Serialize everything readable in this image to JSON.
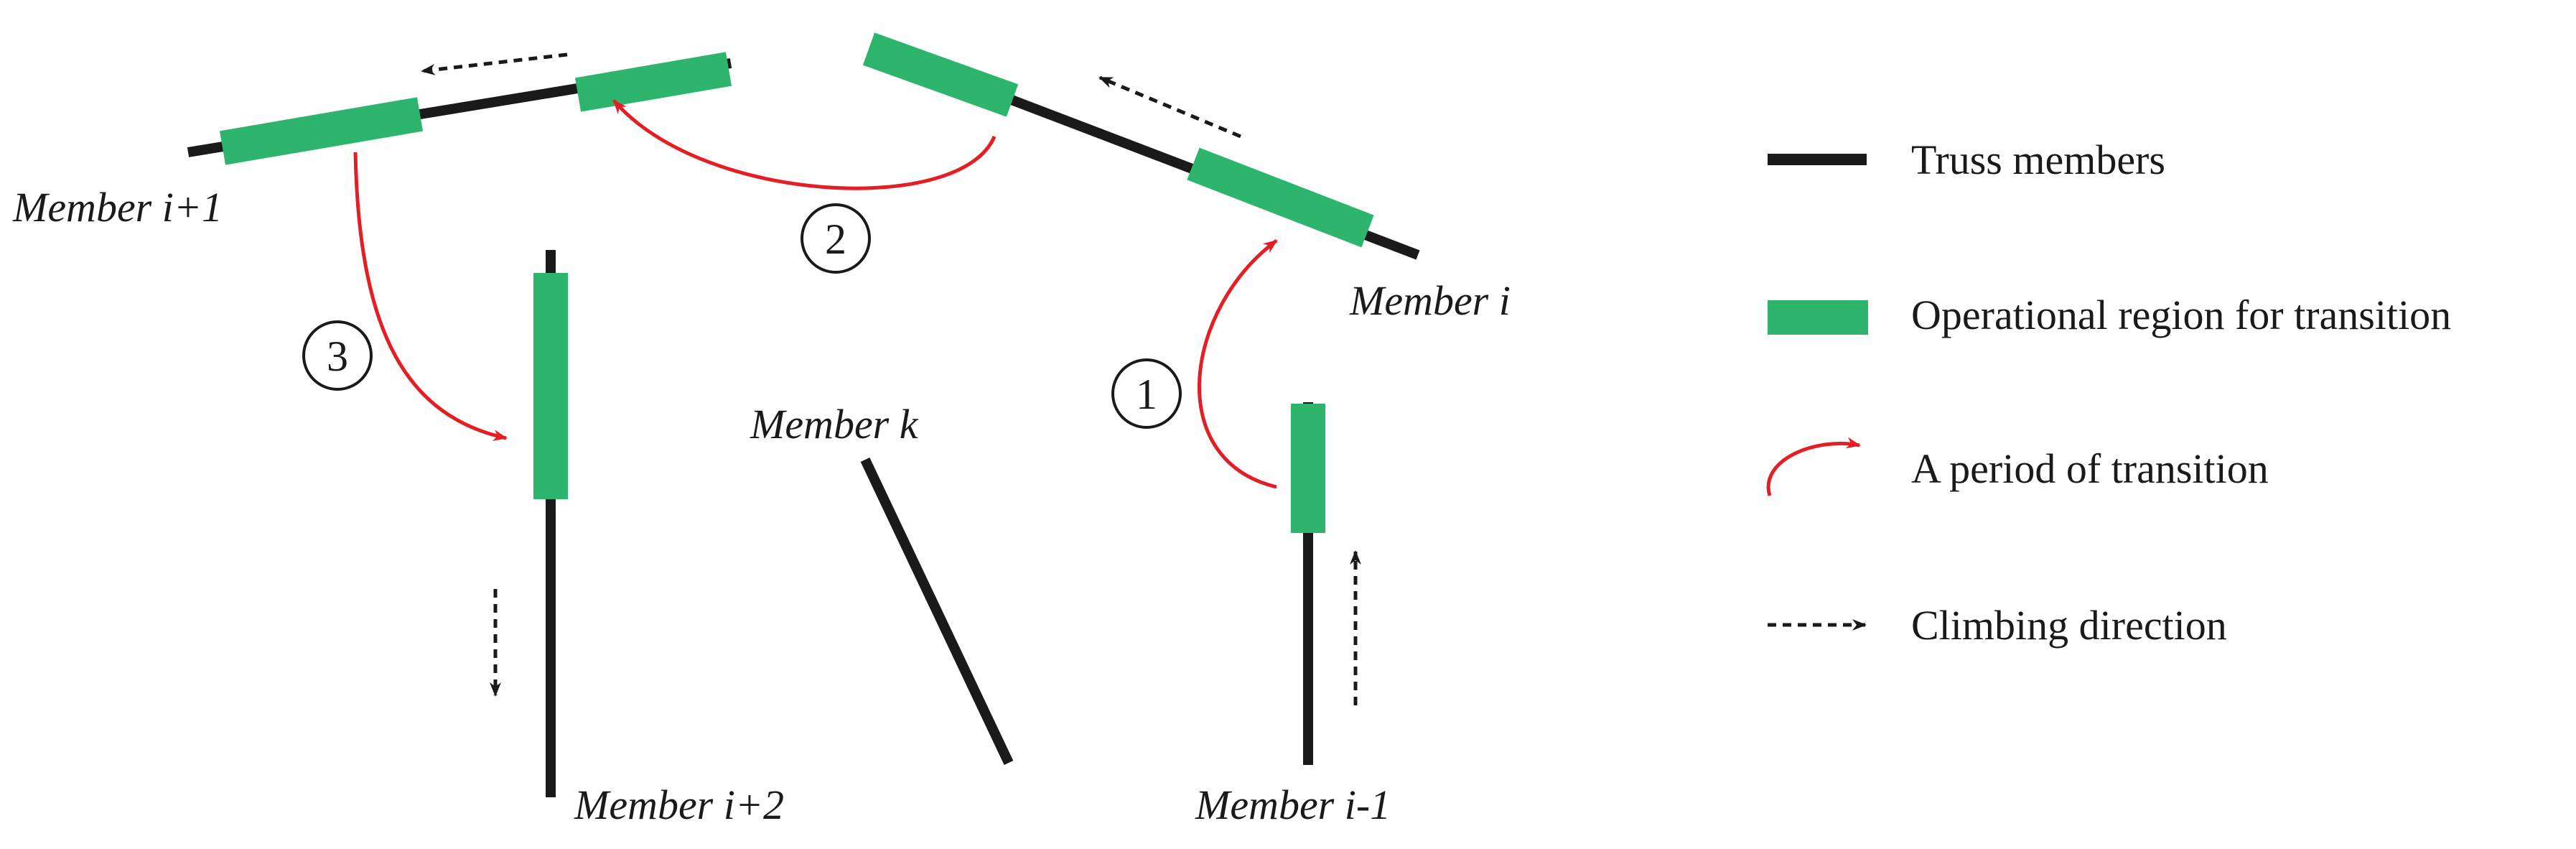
{
  "colors": {
    "truss": "#1a1a1a",
    "operational": "#2db56e",
    "transition": "#e31e24",
    "climb": "#1a1a1a"
  },
  "members": {
    "i_plus_1": "Member i+1",
    "i": "Member i",
    "i_plus_2": "Member i+2",
    "k": "Member k",
    "i_minus_1": "Member i-1"
  },
  "steps": [
    "1",
    "2",
    "3"
  ],
  "legend": {
    "truss": "Truss members",
    "operational": "Operational region for transition",
    "transition": "A period of transition",
    "climb": "Climbing direction"
  }
}
